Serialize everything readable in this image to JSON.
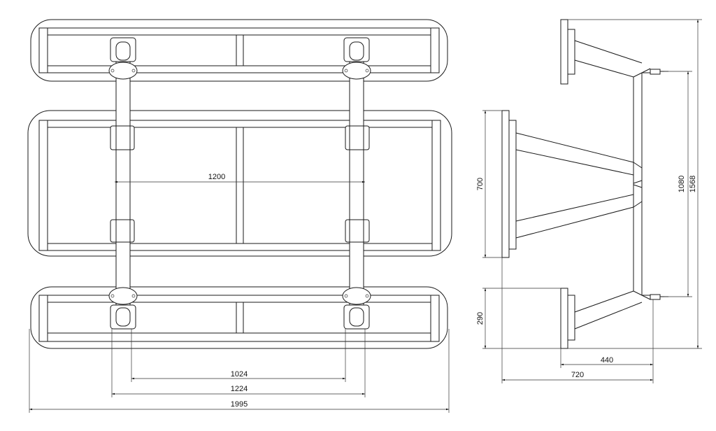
{
  "drawing": {
    "plan_view": {
      "dimensions": {
        "inner_span": "1200",
        "mount_inner": "1024",
        "mount_outer": "1224",
        "overall_length": "1995"
      }
    },
    "side_view": {
      "dimensions": {
        "seat_depth": "700",
        "back_height": "290",
        "foot_span": "1080",
        "overall_height": "1568",
        "base_depth": "440",
        "overall_depth": "720"
      }
    },
    "line_color": "#1a1a1a"
  }
}
